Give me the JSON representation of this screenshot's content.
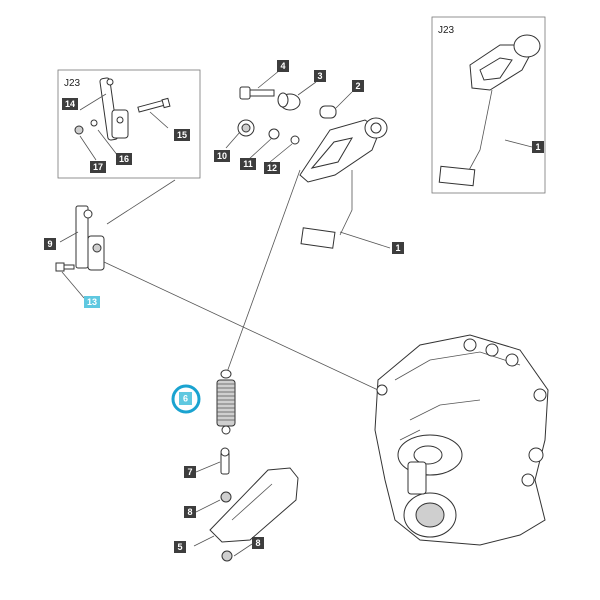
{
  "inset_label": "J23",
  "callouts": {
    "c1_main": "1",
    "c1_inset": "1",
    "c2": "2",
    "c3": "3",
    "c4": "4",
    "c5": "5",
    "c6": "6",
    "c7": "7",
    "c8_top": "8",
    "c8_bottom": "8",
    "c9": "9",
    "c10": "10",
    "c11": "11",
    "c12": "12",
    "c13": "13",
    "c14": "14",
    "c15": "15",
    "c16": "16",
    "c17": "17"
  },
  "highlight": {
    "part": "6",
    "ring_color": "#1aa3d0",
    "tag_color": "#5fc8e0"
  }
}
